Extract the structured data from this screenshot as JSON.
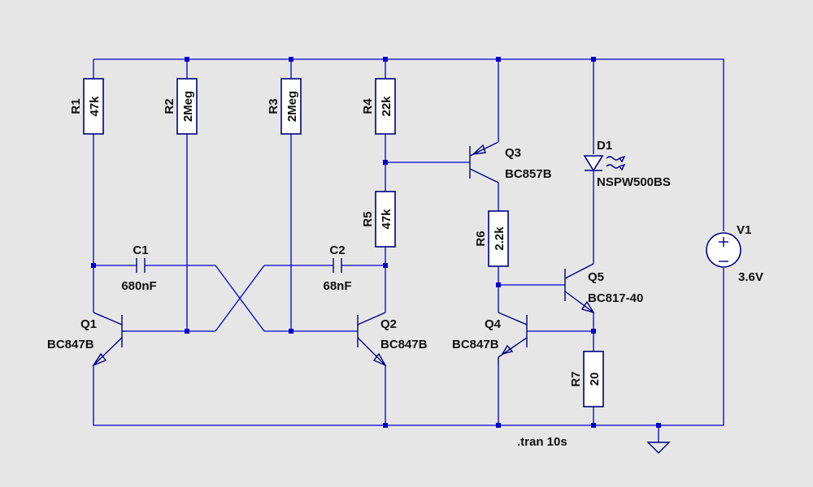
{
  "components": {
    "R1": {
      "ref": "R1",
      "value": "47k"
    },
    "R2": {
      "ref": "R2",
      "value": "2Meg"
    },
    "R3": {
      "ref": "R3",
      "value": "2Meg"
    },
    "R4": {
      "ref": "R4",
      "value": "22k"
    },
    "R5": {
      "ref": "R5",
      "value": "47k"
    },
    "R6": {
      "ref": "R6",
      "value": "2.2k"
    },
    "R7": {
      "ref": "R7",
      "value": "20"
    },
    "C1": {
      "ref": "C1",
      "value": "680nF"
    },
    "C2": {
      "ref": "C2",
      "value": "68nF"
    },
    "Q1": {
      "ref": "Q1",
      "model": "BC847B"
    },
    "Q2": {
      "ref": "Q2",
      "model": "BC847B"
    },
    "Q3": {
      "ref": "Q3",
      "model": "BC857B"
    },
    "Q4": {
      "ref": "Q4",
      "model": "BC847B"
    },
    "Q5": {
      "ref": "Q5",
      "model": "BC817-40"
    },
    "D1": {
      "ref": "D1",
      "model": "NSPW500BS"
    },
    "V1": {
      "ref": "V1",
      "value": "3.6V"
    }
  },
  "directive": ".tran 10s",
  "colors": {
    "background": "#e6e6e6",
    "wire": "#0000cc",
    "component": "#000080"
  }
}
